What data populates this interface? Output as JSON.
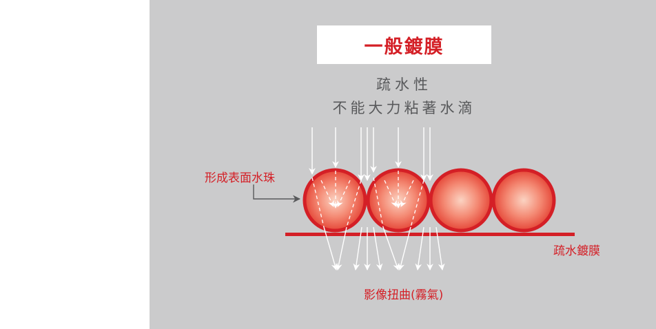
{
  "title": "一般鍍膜",
  "subtitle_line1": "疏水性",
  "subtitle_line2": "不能大力粘著水滴",
  "labels": {
    "water_beads": "形成表面水珠",
    "film": "疏水鍍膜",
    "distortion": "影像扭曲(霧氣)"
  },
  "colors": {
    "background_panel": "#cbcbcc",
    "accent_red": "#d41f26",
    "text_gray": "#58595b",
    "drop_fill_center": "#f9b9a6",
    "drop_fill_edge": "#e8463a"
  },
  "drops_count": 4
}
